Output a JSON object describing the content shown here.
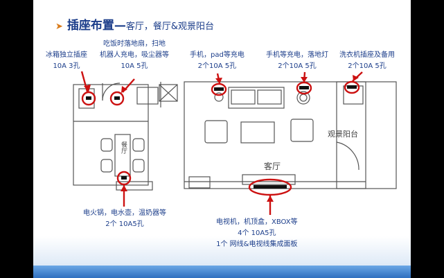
{
  "title": {
    "main": "插座布置—",
    "sub": "客厅，餐厅&观景阳台"
  },
  "rooms": {
    "living": "客厅",
    "balcony": "观景阳台",
    "dining": "餐厅"
  },
  "annotations": {
    "fridge": {
      "line1": "冰箱独立插座",
      "line2": "10A 3孔"
    },
    "dining_floor": {
      "line1": "吃饭时落地扇，扫地",
      "line2": "机器人充电，吸尘器等",
      "line3": "10A 5孔"
    },
    "sofa_left": {
      "line1": "手机，pad等充电",
      "line2": "2个10A 5孔"
    },
    "sofa_right": {
      "line1": "手机等充电，落地灯",
      "line2": "2个10A 5孔"
    },
    "washer": {
      "line1": "洗衣机插座及备用",
      "line2": "2个10A 5孔"
    },
    "dining_table": {
      "line1": "电火锅，电水壶，温奶器等",
      "line2": "2个 10A5孔"
    },
    "tv": {
      "line1": "电视机，机顶盒，XBOX等",
      "line2": "4个 10A5孔",
      "line3": "1个 网线&电视线集成面板"
    }
  },
  "colors": {
    "marker": "#cc1111",
    "label": "#1b3d8a",
    "wall": "#555555"
  }
}
